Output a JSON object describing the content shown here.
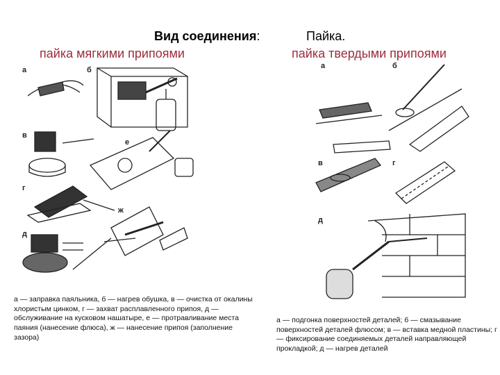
{
  "header": {
    "title_bold": "Вид соединения",
    "title_colon": ":",
    "title_right": "Пайка."
  },
  "left": {
    "subtitle": "пайка мягкими припоями",
    "figure_labels": [
      "а",
      "б",
      "в",
      "е",
      "г",
      "ж",
      "д"
    ],
    "caption": "а — заправка паяльника, б — нагрев обушка, в — очистка от окалины хлористым цинком, г — захват расплавленного припоя, д — обслуживание на кусковом нашатыре, е — протравливание места паяния (нанесение флюса), ж — нанесение припоя (заполнение зазора)"
  },
  "right": {
    "subtitle": "пайка твердыми припоями",
    "figure_labels": [
      "а",
      "б",
      "в",
      "г",
      "д"
    ],
    "caption": "а — подгонка поверхностей деталей; б — смазывание поверхностей деталей флюсом; в — вставка медной пластины; г — фиксирование соединяемых деталей направляющей прокладкой; д — нагрев деталей"
  },
  "colors": {
    "subtitle": "#9b2d3a",
    "text": "#111111"
  }
}
